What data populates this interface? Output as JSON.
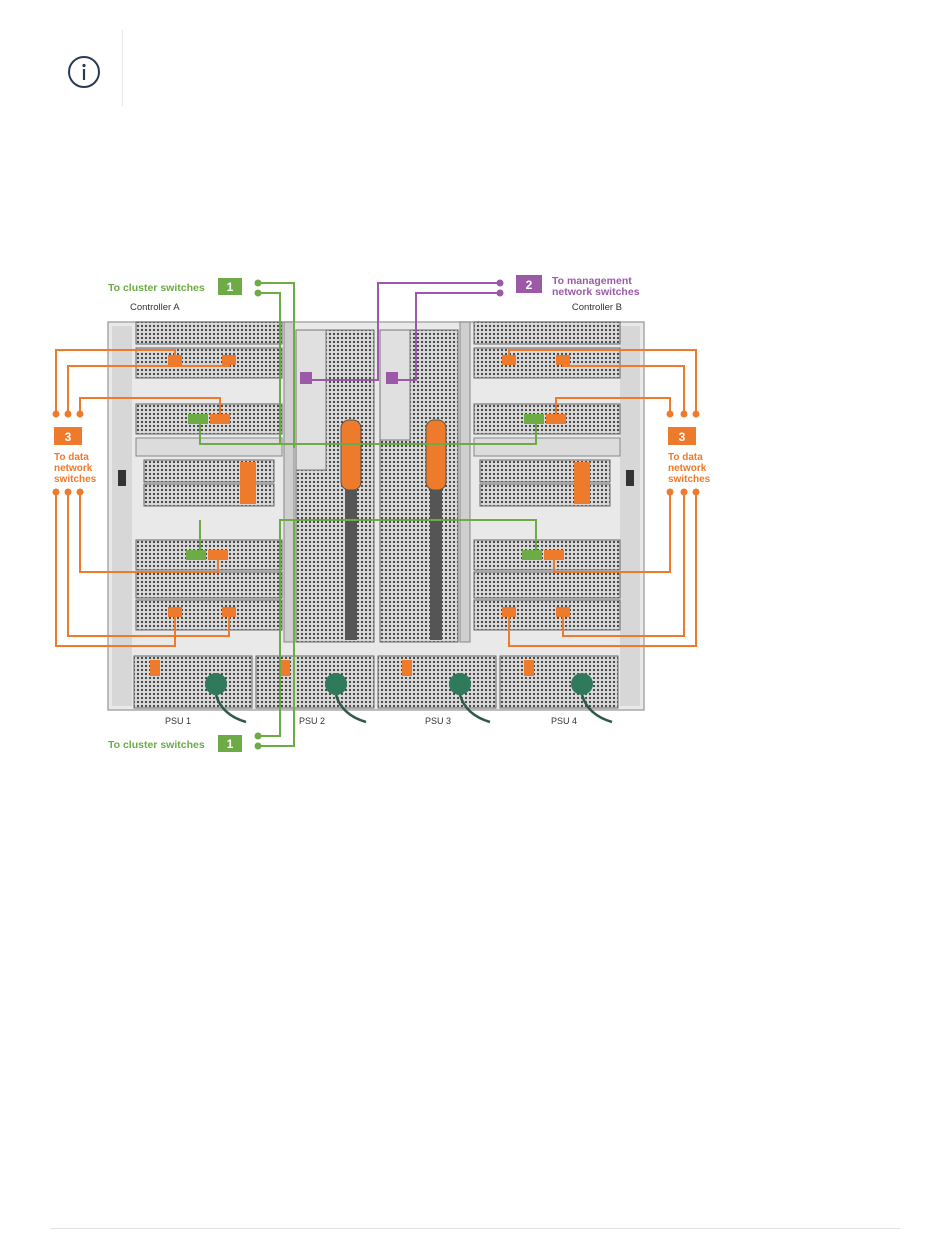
{
  "note": {
    "icon": "info-icon"
  },
  "diagram": {
    "cluster_top_label": "To cluster switches",
    "cluster_bottom_label": "To cluster switches",
    "cluster_badge": "1",
    "mgmt_badge": "2",
    "mgmt_label_line1": "To management",
    "mgmt_label_line2": "network switches",
    "data_badge": "3",
    "data_label_line1": "To data",
    "data_label_line2": "network",
    "data_label_line3": "switches",
    "controller_a": "Controller A",
    "controller_b": "Controller B",
    "psus": [
      "PSU 1",
      "PSU 2",
      "PSU 3",
      "PSU 4"
    ],
    "colors": {
      "cluster": "#6cab45",
      "management": "#9b59a8",
      "data": "#ee7b2c"
    }
  }
}
